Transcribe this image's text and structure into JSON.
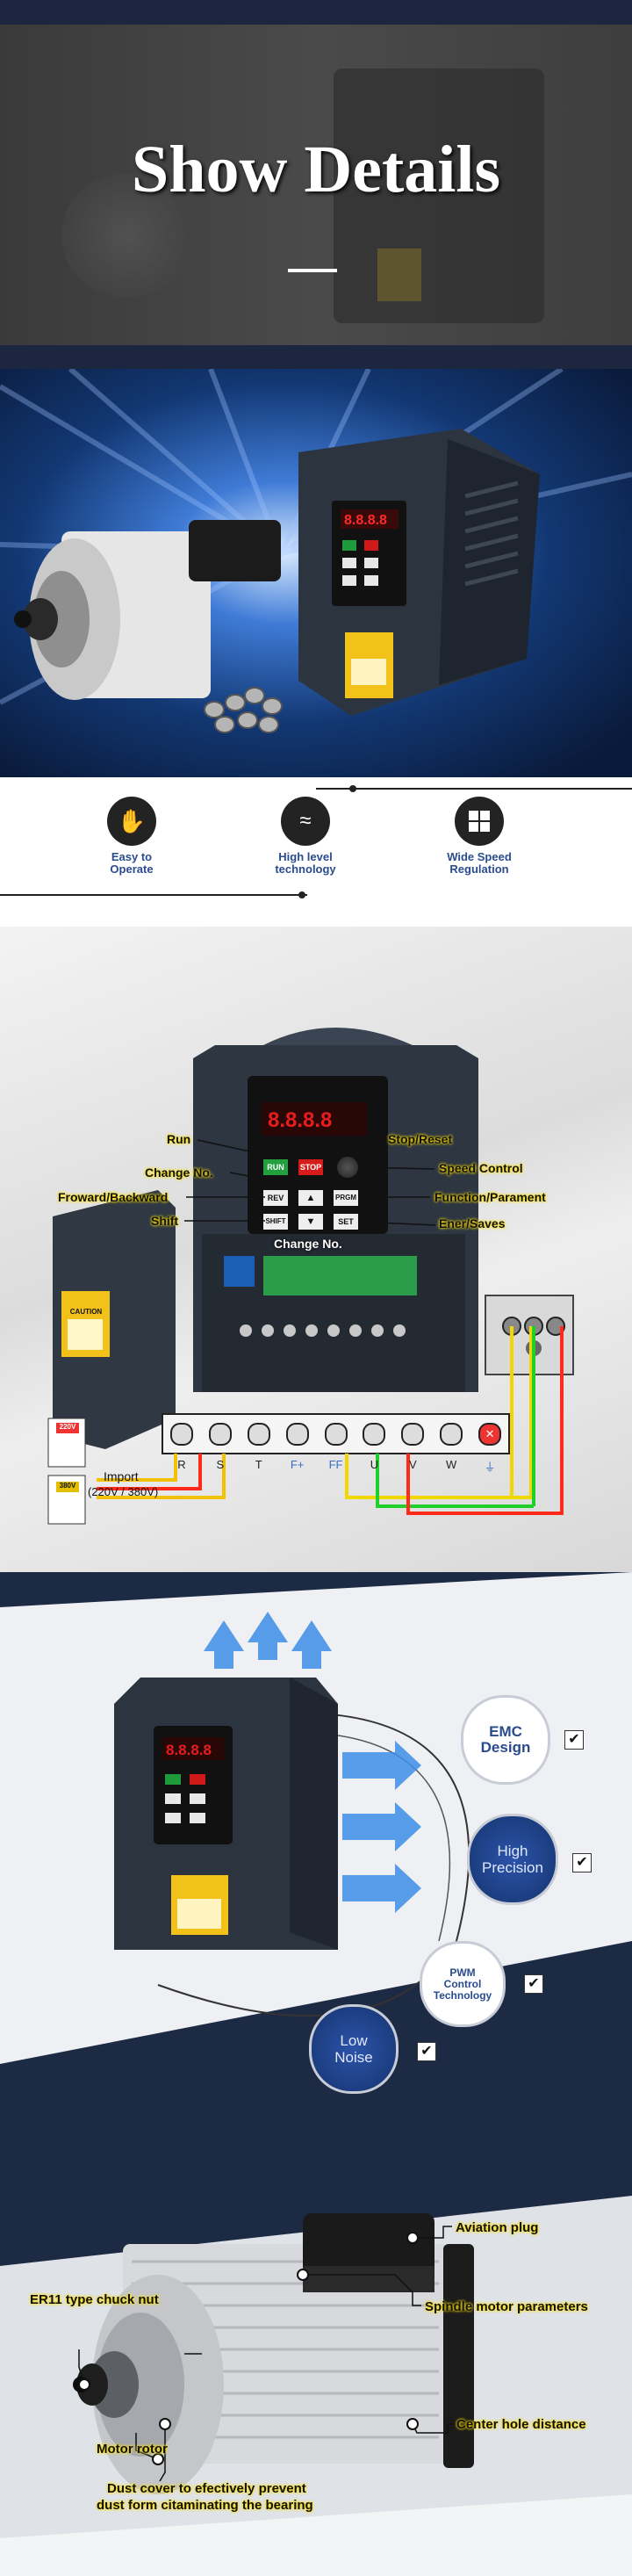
{
  "header": {
    "title": "Show Details"
  },
  "features": [
    {
      "label": "Easy to Operate",
      "icon": "hand-icon"
    },
    {
      "label": "High level technology",
      "icon": "waves-icon"
    },
    {
      "label": "Wide Speed Regulation",
      "icon": "windows-icon"
    }
  ],
  "panel": {
    "labels": {
      "run": "Run",
      "stop_reset": "Stop/Reset",
      "change_no_1": "Change No.",
      "speed_control": "Speed Control",
      "forward_backward": "Froward/Backward",
      "function_parament": "Function/Parament",
      "shift": "Shift",
      "ener_saves": "Ener/Saves",
      "change_no_2": "Change No."
    },
    "keys": {
      "run": "RUN",
      "stop": "STOP",
      "rev": "REV",
      "prgm": "PRGM",
      "shift": "SHIFT",
      "set": "SET"
    },
    "terminals": [
      "R",
      "S",
      "T",
      "F+",
      "FF",
      "U",
      "V",
      "W",
      "⏚"
    ],
    "import_label": "Import",
    "import_voltage": "(220V / 380V)",
    "mains_220": "220V",
    "mains_380": "380V",
    "caution": "CAUTION"
  },
  "benefits": [
    {
      "label": "EMC Design"
    },
    {
      "label": "High Precision"
    },
    {
      "label": "PWM Control Technology"
    },
    {
      "label": "Low Noise"
    }
  ],
  "motor": {
    "labels": {
      "aviation_plug": "Aviation plug",
      "chuck_nut": "ER11 type chuck nut",
      "spindle_params": "Spindle motor parameters",
      "center_hole": "Center hole distance",
      "motor_rotor": "Motor rotor",
      "dust_cover_1": "Dust cover to efectively prevent",
      "dust_cover_2": "dust form citaminating the bearing"
    }
  },
  "colors": {
    "navy": "#1d2a44",
    "accent_blue": "#2a4c8f",
    "label_yellow": "#f5d000"
  }
}
